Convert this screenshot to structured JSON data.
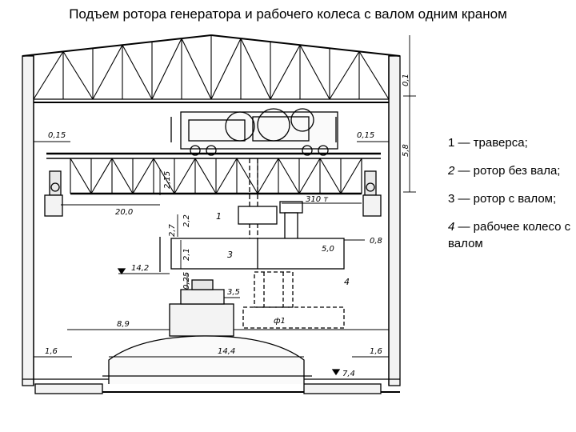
{
  "title": "Подъем ротора генератора и рабочего колеса с валом одним краном",
  "legend": [
    {
      "num": "1",
      "text": "— траверса;"
    },
    {
      "num": "2",
      "text": "— ротор без вала;"
    },
    {
      "num": "3",
      "text": "— ротор с валом;"
    },
    {
      "num": "4",
      "text": "— рабочее колесо с валом"
    }
  ],
  "dimensions": {
    "h_0_1": "0,1",
    "h_5_8": "5,8",
    "left_0_15": "0,15",
    "right_0_15": "0,15",
    "span_31": "310 т",
    "gap_20": "20,0",
    "h_2_2": "2,2",
    "h_2_1": "2,1",
    "h_2_7": "2,7",
    "w_5_0": "5,0",
    "w_0_8": "0,8",
    "level_14_2": "14,2",
    "h_0_25": "0,25",
    "w_3_5": "3,5",
    "w_8_9": "8,9",
    "w_14_4": "14,4",
    "left_1_6": "1,6",
    "right_1_6": "1,6",
    "level_7_4": "7,4",
    "h_2_15": "2,15",
    "dia": "ф1"
  },
  "part_labels": {
    "p1": "1",
    "p3": "3",
    "p4": "4"
  }
}
